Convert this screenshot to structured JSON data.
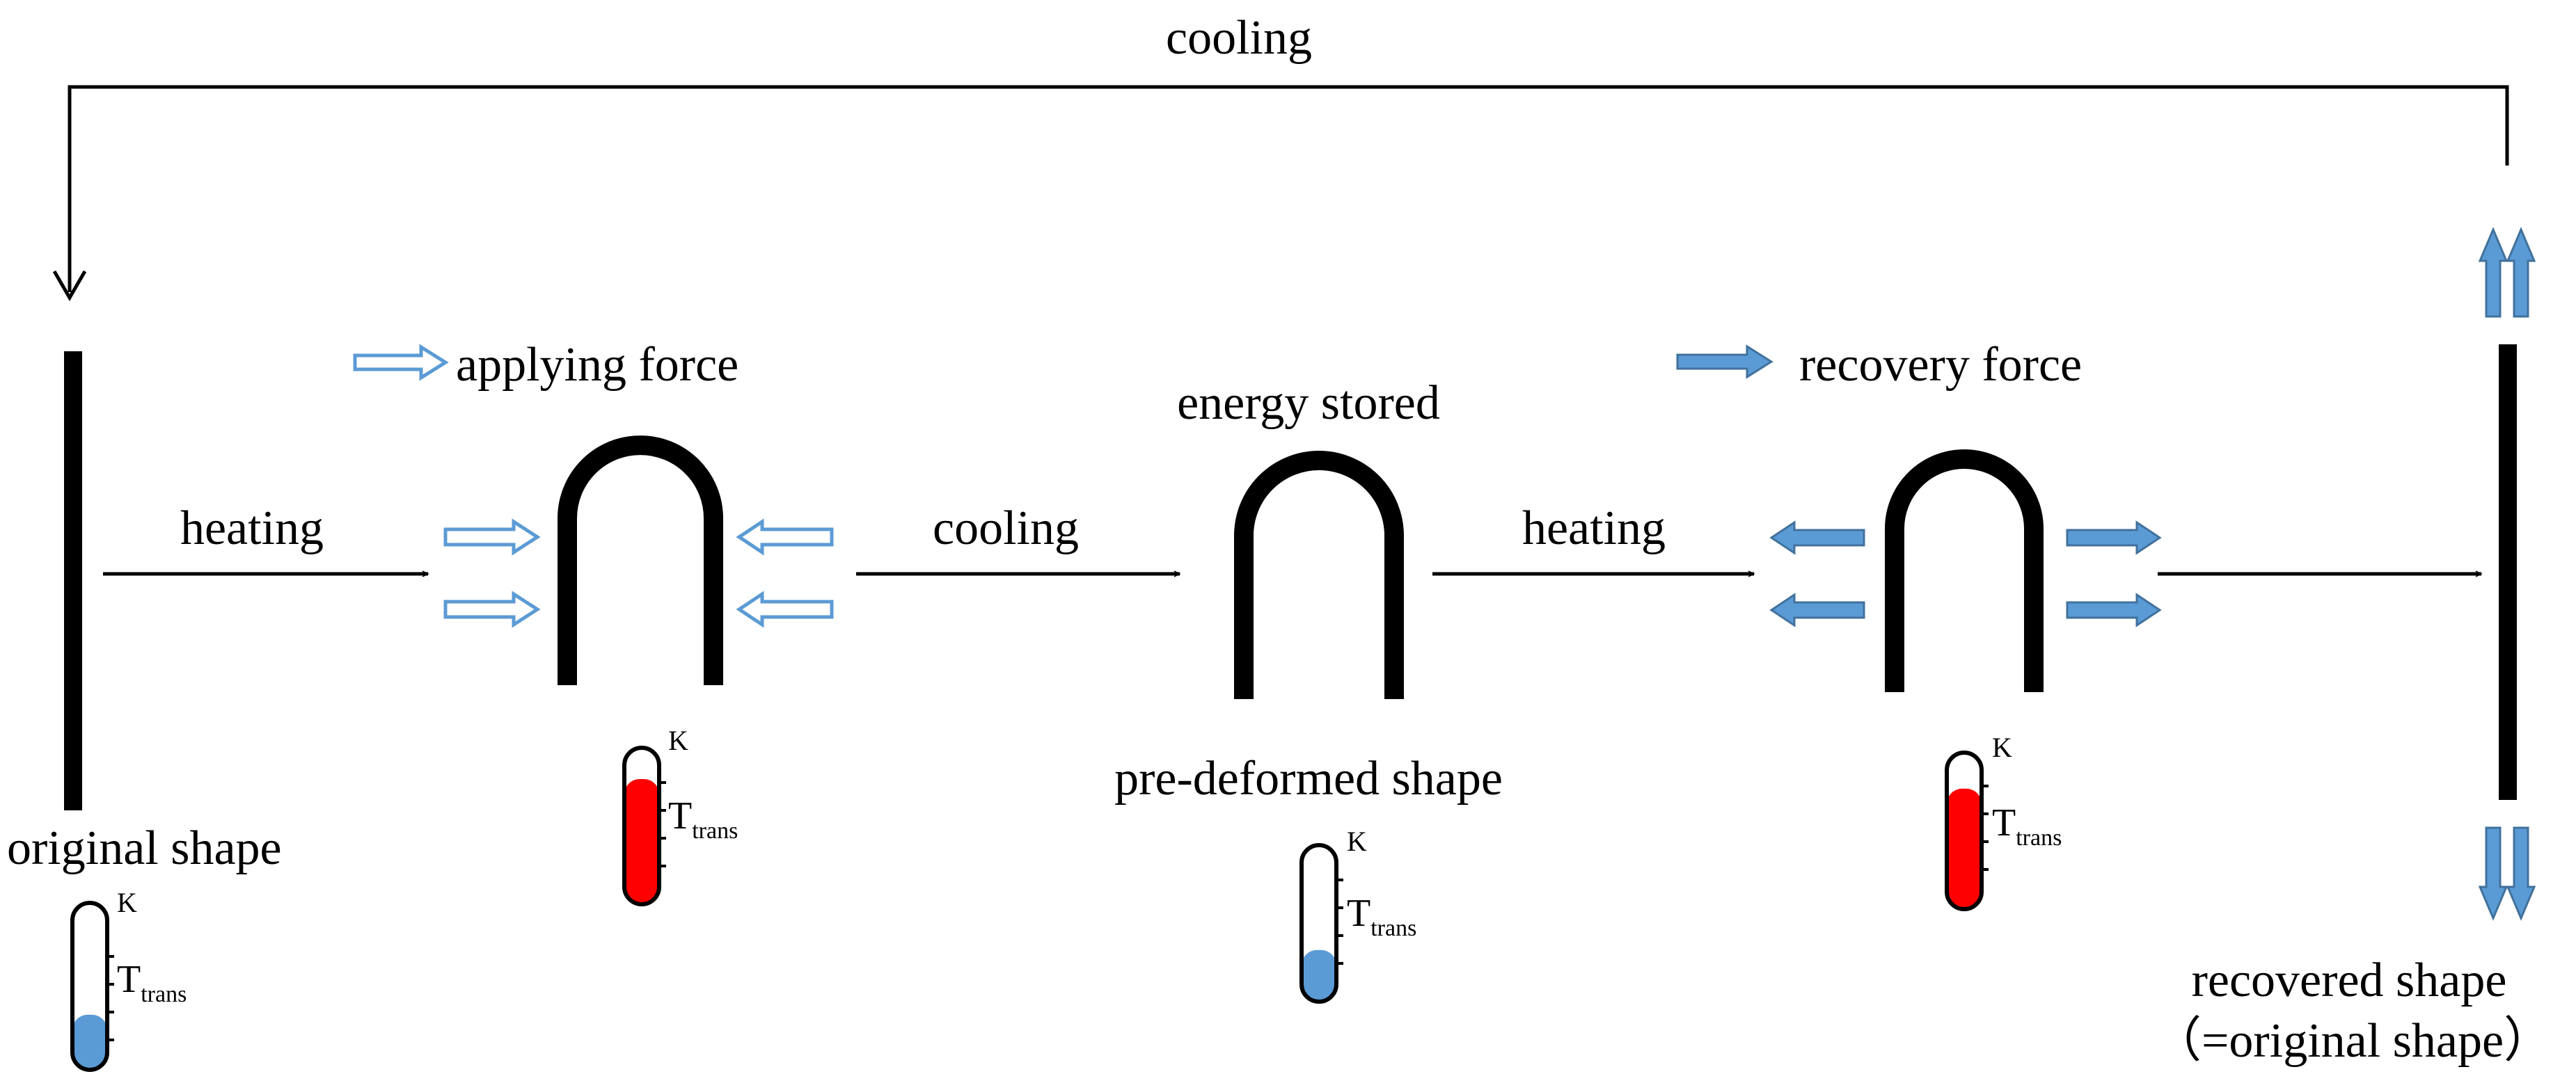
{
  "top_loop": {
    "label": "cooling"
  },
  "stages": [
    {
      "label": "original shape",
      "shape": "straight"
    },
    {
      "label": "",
      "shape": "u-bend"
    },
    {
      "label": "pre-deformed shape",
      "top_label": "energy stored",
      "shape": "u-bend"
    },
    {
      "label": "",
      "shape": "u-bend"
    },
    {
      "label": "recovered shape",
      "sublabel": "（=original shape）",
      "shape": "straight"
    }
  ],
  "transitions": [
    {
      "label": "heating"
    },
    {
      "label": "cooling"
    },
    {
      "label": "heating"
    },
    {
      "label": ""
    }
  ],
  "legend": {
    "applying_force": "applying force",
    "recovery_force": "recovery force"
  },
  "thermometers": [
    {
      "k_label": "K",
      "t_main": "T",
      "t_sub": "trans",
      "level": "low",
      "fill_fraction": 0.33,
      "color": "#5b9bd5"
    },
    {
      "k_label": "K",
      "t_main": "T",
      "t_sub": "trans",
      "level": "high",
      "fill_fraction": 0.8,
      "color": "#ff0000"
    },
    {
      "k_label": "K",
      "t_main": "T",
      "t_sub": "trans",
      "level": "low",
      "fill_fraction": 0.33,
      "color": "#5b9bd5"
    },
    {
      "k_label": "K",
      "t_main": "T",
      "t_sub": "trans",
      "level": "high",
      "fill_fraction": 0.77,
      "color": "#ff0000"
    }
  ],
  "colors": {
    "force_arrow": "#5b9bd5",
    "hot": "#ff0000",
    "cold": "#5b9bd5",
    "shape": "#000000"
  },
  "icons": {
    "applying_force": "hollow-arrow-icon",
    "recovery_force": "filled-arrow-icon"
  }
}
